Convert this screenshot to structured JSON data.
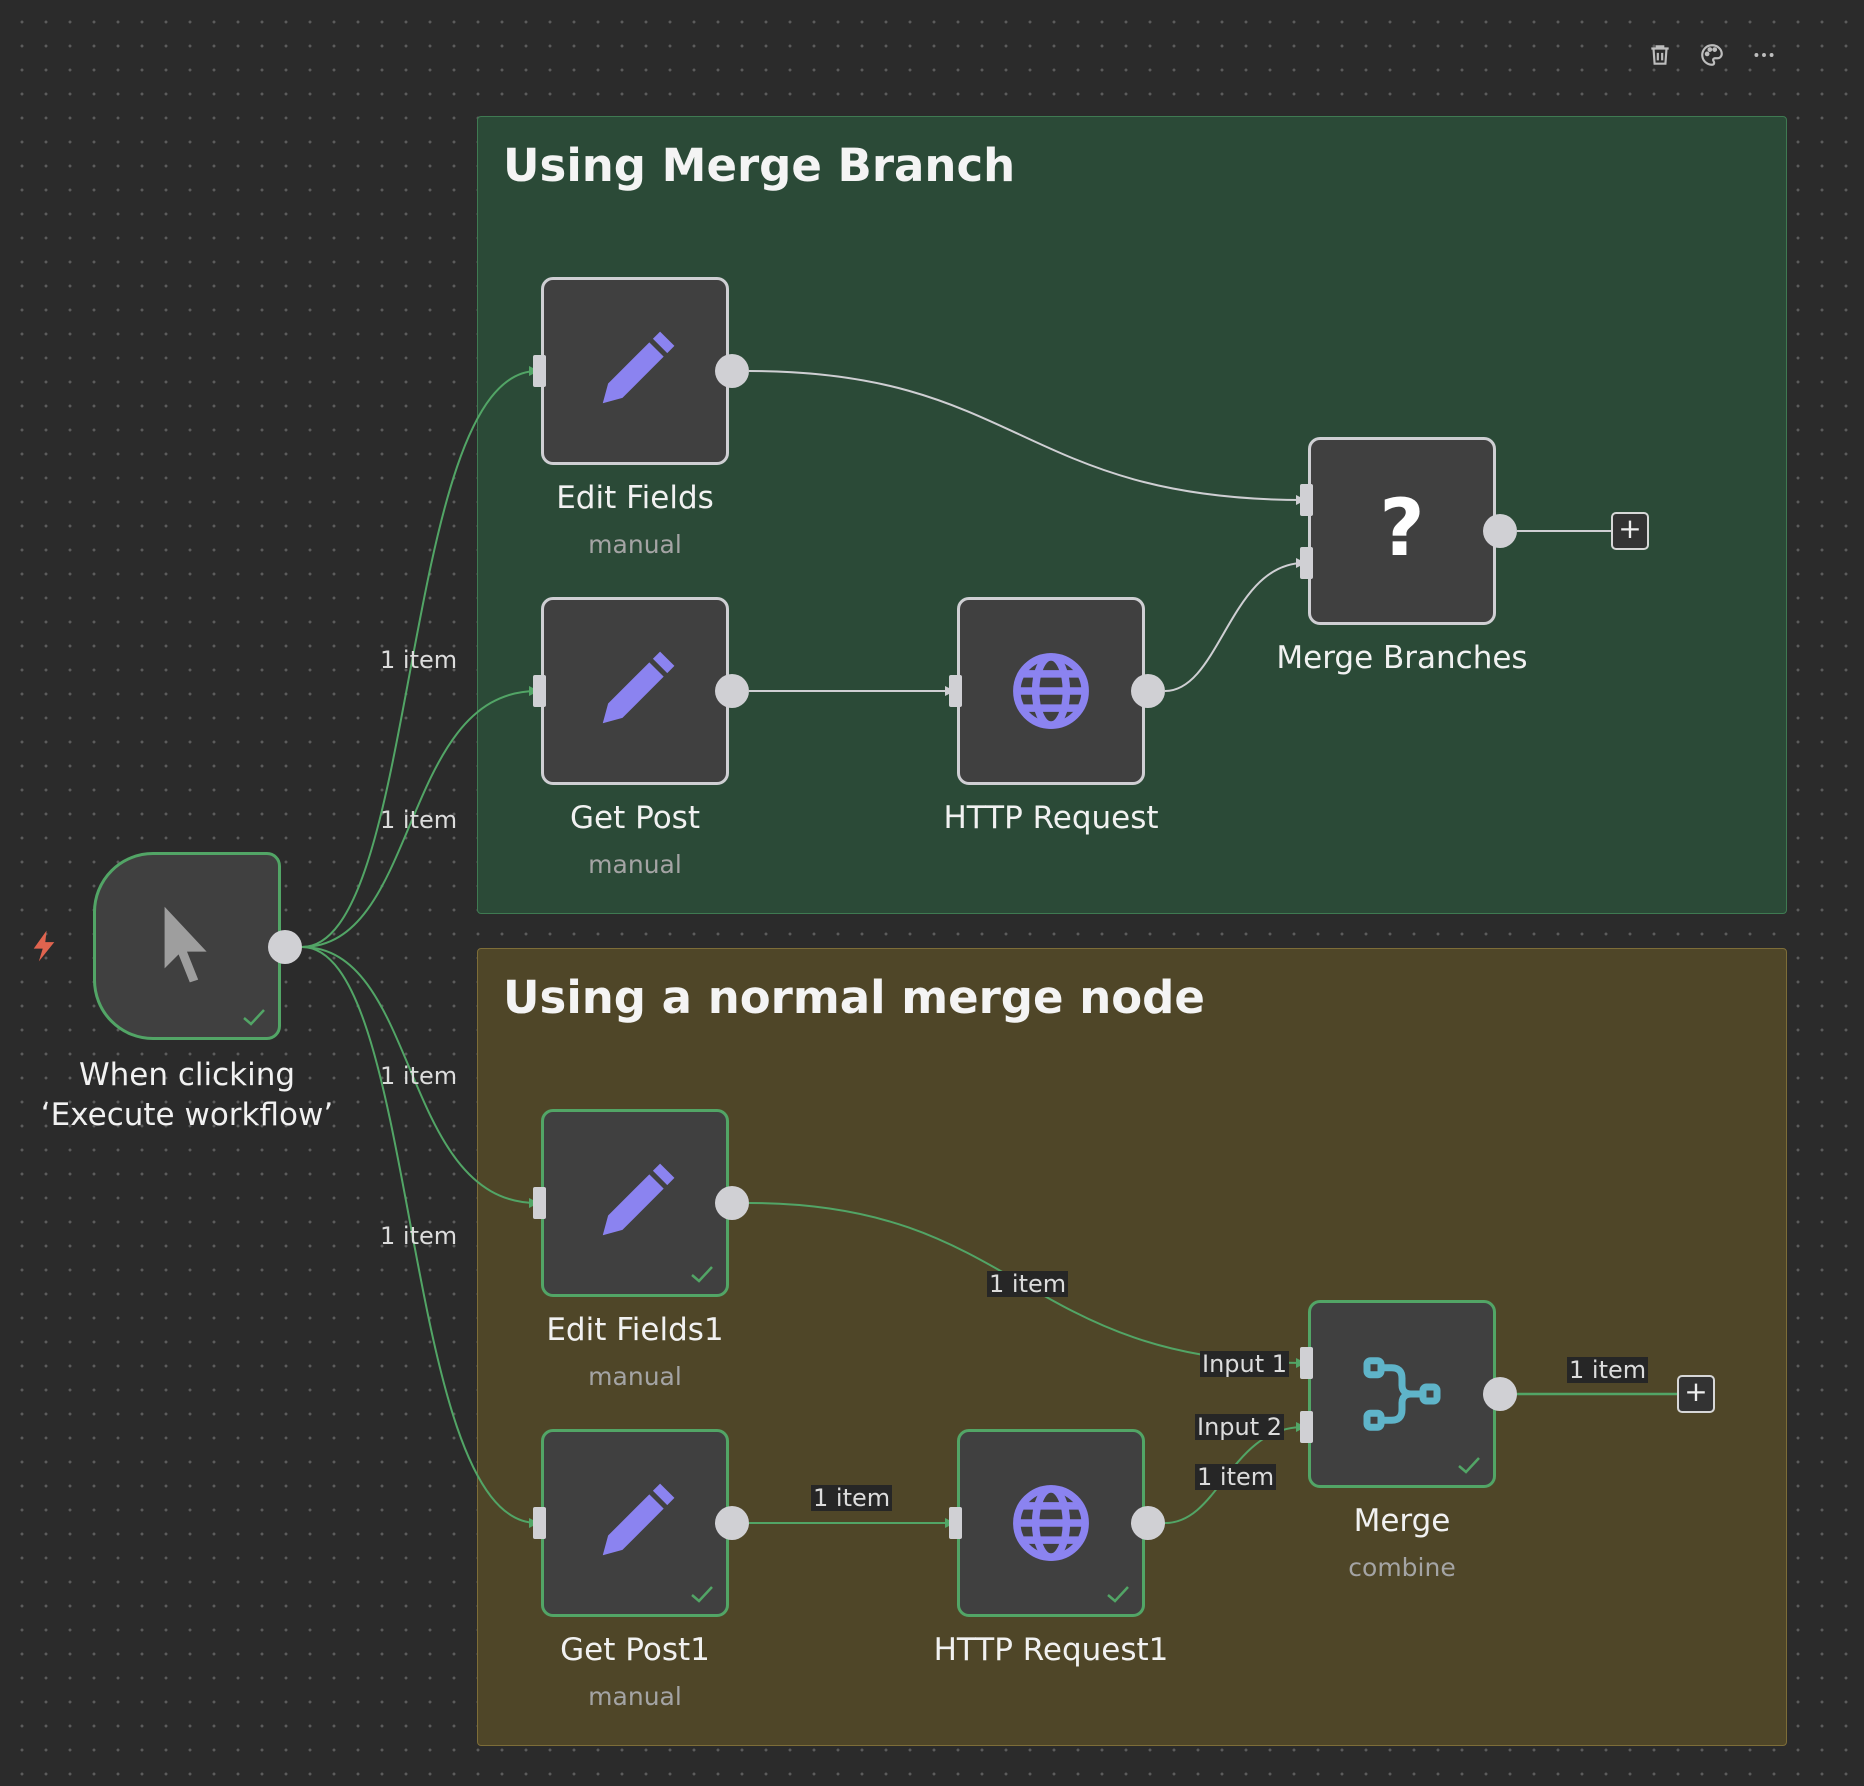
{
  "toolbar": {
    "icons": [
      "trash-icon",
      "palette-icon",
      "more-icon"
    ]
  },
  "groups": {
    "merge_branch": {
      "title": "Using Merge Branch",
      "color": "#2b4a37"
    },
    "normal_merge": {
      "title": "Using a normal merge node",
      "color": "#4f4628"
    }
  },
  "nodes": {
    "trigger": {
      "label": "When clicking ‘Execute workflow’",
      "icon": "cursor-icon"
    },
    "edit_fields": {
      "label": "Edit Fields",
      "sub": "manual",
      "icon": "pencil-icon"
    },
    "get_post": {
      "label": "Get Post",
      "sub": "manual",
      "icon": "pencil-icon"
    },
    "http_request": {
      "label": "HTTP Request",
      "icon": "globe-icon"
    },
    "merge_branches": {
      "label": "Merge Branches",
      "icon": "question-icon"
    },
    "edit_fields1": {
      "label": "Edit Fields1",
      "sub": "manual",
      "icon": "pencil-icon"
    },
    "get_post1": {
      "label": "Get Post1",
      "sub": "manual",
      "icon": "pencil-icon"
    },
    "http_request1": {
      "label": "HTTP Request1",
      "icon": "globe-icon"
    },
    "merge": {
      "label": "Merge",
      "sub": "combine",
      "icon": "merge-icon"
    }
  },
  "edges": {
    "trigger_edit_fields": "1 item",
    "trigger_get_post": "1 item",
    "trigger_edit_fields1": "1 item",
    "trigger_get_post1": "1 item",
    "edit_fields1_merge": "1 item",
    "get_post1_http": "1 item",
    "http1_merge": "1 item",
    "merge_out": "1 item",
    "merge_input1": "Input 1",
    "merge_input2": "Input 2"
  },
  "add_button": "+",
  "colors": {
    "accent_icon": "#8b83f0",
    "success": "#52a566",
    "merge_icon": "#5fb4c9",
    "trigger_bolt": "#e0644f"
  }
}
